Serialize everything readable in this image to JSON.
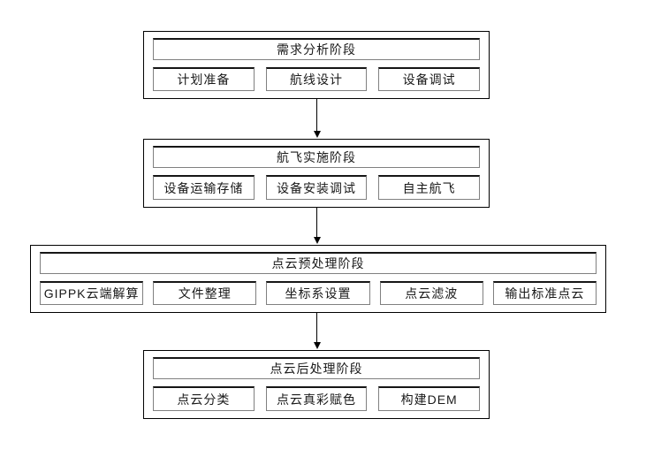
{
  "diagram": {
    "colors": {
      "background": "#ffffff",
      "outer_border": "#000000",
      "inner_border": "#808080",
      "inner_border_top": "#161616",
      "text": "#1a1a1a",
      "arrow": "#000000"
    },
    "stages": [
      {
        "title": "需求分析阶段",
        "steps": [
          "计划准备",
          "航线设计",
          "设备调试"
        ]
      },
      {
        "title": "航飞实施阶段",
        "steps": [
          "设备运输存储",
          "设备安装调试",
          "自主航飞"
        ]
      },
      {
        "title": "点云预处理阶段",
        "steps": [
          "GIPPK云端解算",
          "文件整理",
          "坐标系设置",
          "点云滤波",
          "输出标准点云"
        ]
      },
      {
        "title": "点云后处理阶段",
        "steps": [
          "点云分类",
          "点云真彩赋色",
          "构建DEM"
        ]
      }
    ]
  }
}
